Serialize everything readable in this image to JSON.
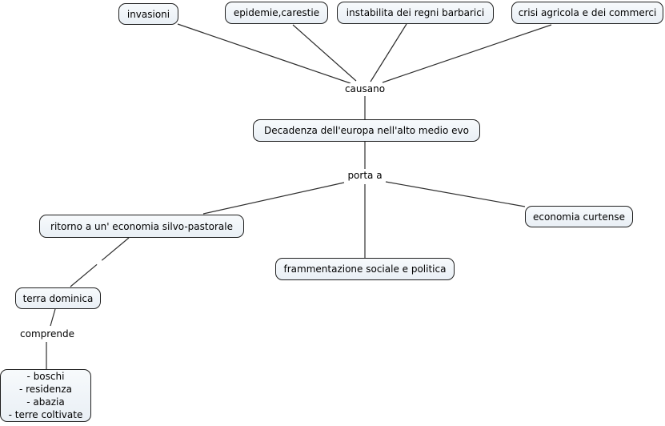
{
  "nodes": {
    "invasioni": {
      "label": "invasioni"
    },
    "epidemie": {
      "label": "epidemie,carestie"
    },
    "instabilita": {
      "label": "instabilita dei regni barbarici"
    },
    "crisi": {
      "label": "crisi agricola e dei commerci"
    },
    "decadenza": {
      "label": "Decadenza dell'europa nell'alto medio evo"
    },
    "ritorno": {
      "label": "ritorno a un' economia silvo-pastorale"
    },
    "frammentazione": {
      "label": "frammentazione sociale e politica"
    },
    "economia_curtense": {
      "label": "economia curtense"
    },
    "terra_dominica": {
      "label": "terra dominica"
    },
    "composizione": {
      "lines": [
        "- boschi",
        "- residenza",
        "- abazia",
        "- terre coltivate"
      ]
    }
  },
  "link_labels": {
    "causano": "causano",
    "porta_a": "porta a",
    "comprende": "comprende"
  },
  "edges": [
    {
      "from": "invasioni",
      "via": "causano",
      "to": "decadenza",
      "style": "solid"
    },
    {
      "from": "epidemie",
      "via": "causano",
      "to": "decadenza",
      "style": "solid"
    },
    {
      "from": "instabilita",
      "via": "causano",
      "to": "decadenza",
      "style": "solid"
    },
    {
      "from": "crisi",
      "via": "causano",
      "to": "decadenza",
      "style": "solid"
    },
    {
      "from": "decadenza",
      "via": "porta_a",
      "to": "ritorno",
      "style": "solid"
    },
    {
      "from": "decadenza",
      "via": "porta_a",
      "to": "frammentazione",
      "style": "solid"
    },
    {
      "from": "decadenza",
      "via": "porta_a",
      "to": "economia_curtense",
      "style": "solid"
    },
    {
      "from": "ritorno",
      "via": "",
      "to": "terra_dominica",
      "style": "dashed"
    },
    {
      "from": "terra_dominica",
      "via": "comprende",
      "to": "composizione",
      "style": "solid"
    }
  ],
  "colors": {
    "background": "#ffffff",
    "node_fill": "#e9eff5",
    "node_border": "#1f1f1f",
    "line": "#2e2e2e",
    "text": "#000000"
  }
}
